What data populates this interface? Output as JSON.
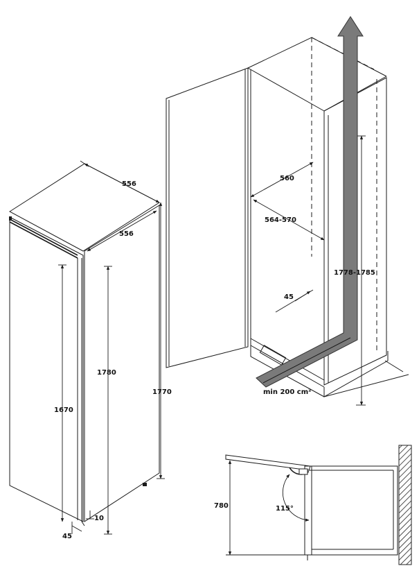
{
  "fridge_dimensions": {
    "depth_top": "556",
    "width_top": "556",
    "height_total": "1770",
    "height_body": "1780",
    "height_door": "1670",
    "bottom_gap": "10",
    "side_offset": "45"
  },
  "niche_dimensions": {
    "inner_depth": "560",
    "niche_depth": "564-570",
    "niche_height": "1778-1785",
    "depth_offset": "45",
    "ventilation": "min 200 cm²"
  },
  "door_plan": {
    "clearance": "780",
    "opening_angle": "115°"
  },
  "colors": {
    "airflow_arrow": "#7a7a7a",
    "airflow_outline": "#333333",
    "wall_hatch": "#222222"
  }
}
